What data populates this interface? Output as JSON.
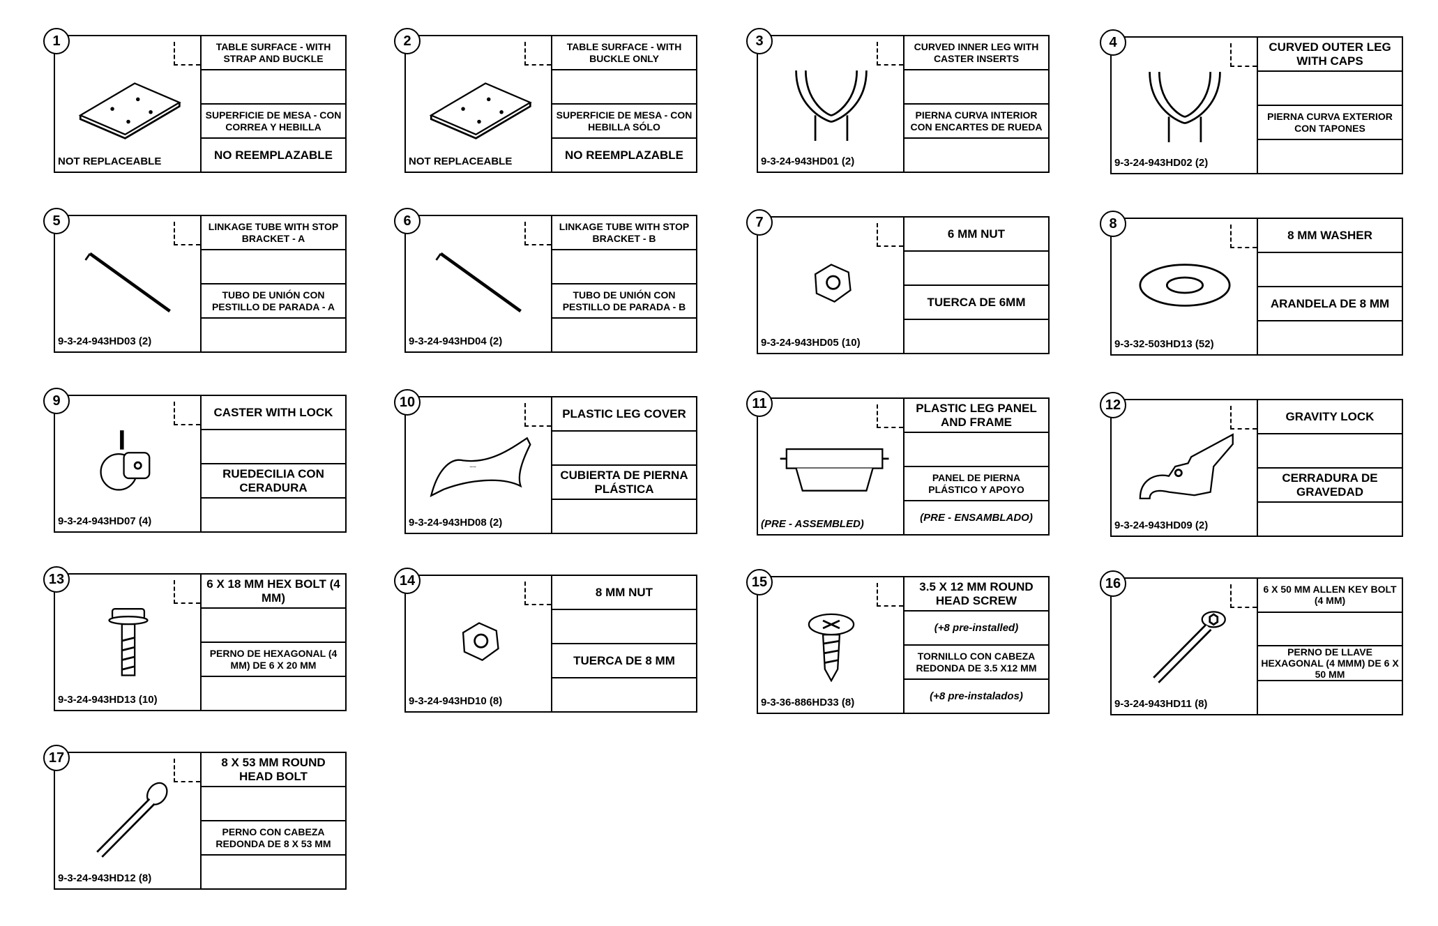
{
  "parts": [
    {
      "num": "1",
      "cells": [
        "TABLE SURFACE - WITH STRAP AND BUCKLE",
        "",
        "SUPERFICIE DE MESA - CON CORREA Y HEBILLA",
        "NO REEMPLAZABLE"
      ],
      "partno": "NOT REPLACEABLE",
      "icon": "table-surface-icon"
    },
    {
      "num": "2",
      "cells": [
        "TABLE SURFACE - WITH BUCKLE ONLY",
        "",
        "SUPERFICIE DE MESA - CON HEBILLA SÓLO",
        "NO REEMPLAZABLE"
      ],
      "partno": "NOT REPLACEABLE",
      "icon": "table-surface-icon"
    },
    {
      "num": "3",
      "cells": [
        "CURVED INNER LEG WITH CASTER INSERTS",
        "",
        "PIERNA CURVA INTERIOR CON ENCARTES DE RUEDA",
        ""
      ],
      "partno": "9-3-24-943HD01 (2)",
      "icon": "curved-leg-icon"
    },
    {
      "num": "4",
      "cells": [
        "CURVED OUTER LEG WITH CAPS",
        "",
        "PIERNA CURVA EXTERIOR CON TAPONES",
        ""
      ],
      "partno": "9-3-24-943HD02 (2)",
      "icon": "curved-leg-icon"
    },
    {
      "num": "5",
      "cells": [
        "LINKAGE TUBE WITH STOP BRACKET - A",
        "",
        "TUBO DE UNIÓN CON PESTILLO DE PARADA - A",
        ""
      ],
      "partno": "9-3-24-943HD03 (2)",
      "icon": "linkage-tube-icon"
    },
    {
      "num": "6",
      "cells": [
        "LINKAGE TUBE WITH STOP BRACKET - B",
        "",
        "TUBO DE UNIÓN CON PESTILLO DE PARADA - B",
        ""
      ],
      "partno": "9-3-24-943HD04 (2)",
      "icon": "linkage-tube-icon"
    },
    {
      "num": "7",
      "cells": [
        "6 MM NUT",
        "",
        "TUERCA DE 6MM",
        ""
      ],
      "partno": "9-3-24-943HD05 (10)",
      "icon": "hex-nut-icon"
    },
    {
      "num": "8",
      "cells": [
        "8 MM WASHER",
        "",
        "ARANDELA DE 8 MM",
        ""
      ],
      "partno": "9-3-32-503HD13 (52)",
      "icon": "washer-icon"
    },
    {
      "num": "9",
      "cells": [
        "CASTER WITH LOCK",
        "",
        "RUEDECILIA CON CERADURA",
        ""
      ],
      "partno": "9-3-24-943HD07 (4)",
      "icon": "caster-icon"
    },
    {
      "num": "10",
      "cells": [
        "PLASTIC LEG COVER",
        "",
        "CUBIERTA DE PIERNA PLÁSTICA",
        ""
      ],
      "partno": "9-3-24-943HD08 (2)",
      "icon": "leg-cover-icon"
    },
    {
      "num": "11",
      "cells": [
        "PLASTIC LEG PANEL AND FRAME",
        "",
        "PANEL DE PIERNA PLÁSTICO Y APOYO",
        "(PRE - ENSAMBLADO)"
      ],
      "partno": "(PRE - ASSEMBLED)",
      "icon": "leg-panel-icon"
    },
    {
      "num": "12",
      "cells": [
        "GRAVITY LOCK",
        "",
        "CERRADURA DE GRAVEDAD",
        ""
      ],
      "partno": "9-3-24-943HD09 (2)",
      "icon": "gravity-lock-icon"
    },
    {
      "num": "13",
      "cells": [
        "6 X 18 MM HEX BOLT (4 MM)",
        "",
        "PERNO DE HEXAGONAL (4 MM) DE 6 X 20 MM",
        ""
      ],
      "partno": "9-3-24-943HD13 (10)",
      "icon": "hex-bolt-icon"
    },
    {
      "num": "14",
      "cells": [
        "8 MM NUT",
        "",
        "TUERCA DE 8 MM",
        ""
      ],
      "partno": "9-3-24-943HD10 (8)",
      "icon": "hex-nut-icon"
    },
    {
      "num": "15",
      "cells": [
        "3.5 X 12 MM ROUND HEAD SCREW",
        "(+8 pre-installed)",
        "TORNILLO CON CABEZA REDONDA DE 3.5 X12 MM",
        "(+8 pre-instalados)"
      ],
      "partno": "9-3-36-886HD33 (8)",
      "icon": "round-head-screw-icon"
    },
    {
      "num": "16",
      "cells": [
        "6 X 50 MM ALLEN KEY BOLT (4 MM)",
        "",
        "PERNO DE LLAVE HEXAGONAL (4 MMM) DE 6 X 50 MM",
        ""
      ],
      "partno": "9-3-24-943HD11 (8)",
      "icon": "allen-bolt-icon"
    },
    {
      "num": "17",
      "cells": [
        "8 X 53 MM ROUND HEAD BOLT",
        "",
        "PERNO CON CABEZA REDONDA DE 8 X 53 MM",
        ""
      ],
      "partno": "9-3-24-943HD12 (8)",
      "icon": "round-head-bolt-icon"
    }
  ]
}
